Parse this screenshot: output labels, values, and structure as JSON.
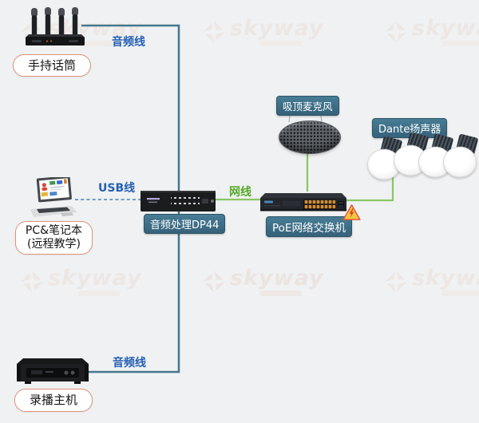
{
  "diagram": {
    "watermark": {
      "text": "skyway"
    },
    "devices": {
      "wireless_mic": {
        "label": "手持话筒"
      },
      "pc": {
        "label_line1": "PC&笔记本",
        "label_line2": "(远程教学)"
      },
      "recorder": {
        "label": "录播主机"
      },
      "audio_processor": {
        "label": "音频处理DP44"
      },
      "poe_switch": {
        "label": "PoE网络交换机"
      },
      "ceiling_mic": {
        "label": "吸顶麦克风"
      },
      "dante_speakers": {
        "label": "Dante扬声器"
      }
    },
    "cables": {
      "audio_top": {
        "label": "音频线"
      },
      "usb": {
        "label": "USB线"
      },
      "lan": {
        "label": "网线"
      },
      "audio_bottom": {
        "label": "音频线"
      }
    },
    "colors": {
      "audio_line_teal": "#45788C",
      "lan_line_green": "#8BC564",
      "cable_text_blue": "#2560B4",
      "lan_text_green": "#55AA28",
      "device_label_bg": "#3A6A80",
      "endpoint_label_border": "#E09279",
      "warning_yellow": "#F7C63E",
      "background": "#EFF1F2"
    }
  }
}
